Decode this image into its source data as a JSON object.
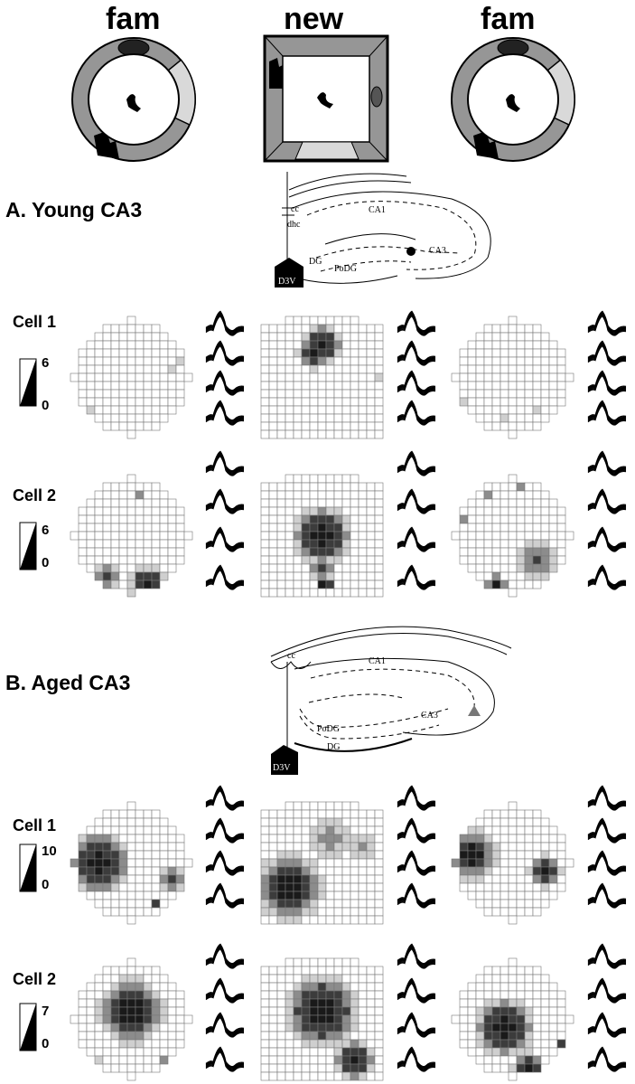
{
  "conditions": {
    "left": "fam",
    "middle": "new",
    "right": "fam"
  },
  "sectionA": {
    "title": "A.  Young CA3",
    "atlas": {
      "cc": "cc",
      "dhc": "dhc",
      "ca1": "CA1",
      "ca3": "CA3",
      "dg": "DG",
      "podg": "PoDG",
      "d3v": "D3V"
    },
    "rows": [
      {
        "label": "Cell 1",
        "scale_max": "6",
        "scale_min": "0"
      },
      {
        "label": "Cell 2",
        "scale_max": "6",
        "scale_min": "0"
      }
    ]
  },
  "sectionB": {
    "title": "B. Aged CA3",
    "atlas": {
      "cc": "cc",
      "ca1": "CA1",
      "ca3": "CA3",
      "dg": "DG",
      "podg": "PoDG",
      "d3v": "D3V"
    },
    "rows": [
      {
        "label": "Cell 1",
        "scale_max": "10",
        "scale_min": "0"
      },
      {
        "label": "Cell 2",
        "scale_max": "7",
        "scale_min": "0"
      }
    ]
  },
  "colors": {
    "light": "#cfcfcf",
    "mid": "#8c8c8c",
    "dark": "#1a1a1a",
    "arena": "#969696",
    "cue_light": "#d9d9d9"
  }
}
